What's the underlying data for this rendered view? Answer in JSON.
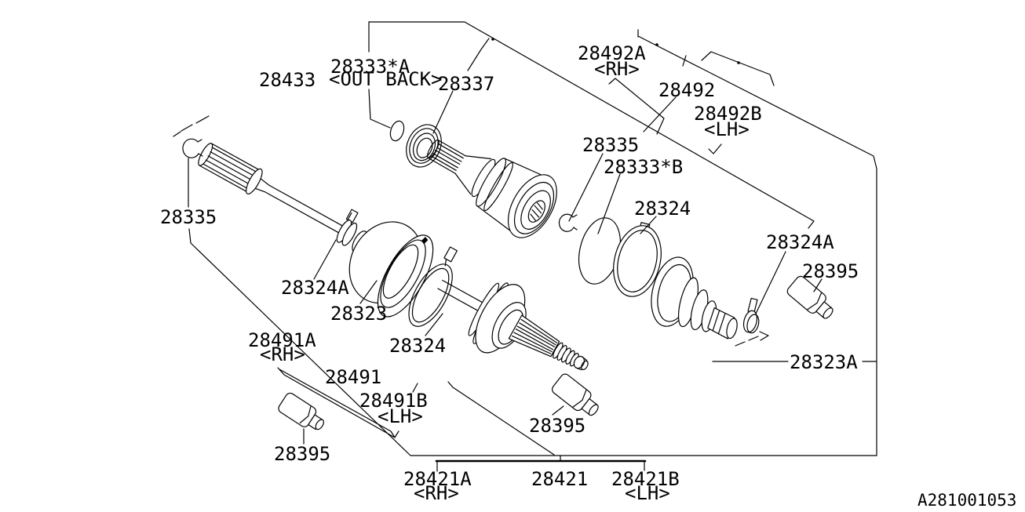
{
  "colors": {
    "background": "#ffffff",
    "line": "#000000",
    "text": "#000000"
  },
  "labels": [
    {
      "text": "28433"
    },
    {
      "text": "28333*A",
      "sub": "<OUT BACK>"
    },
    {
      "text": "28337"
    },
    {
      "text": "28492A",
      "sub": "<RH>"
    },
    {
      "text": "28492"
    },
    {
      "text": "28492B",
      "sub": "<LH>"
    },
    {
      "text": "28335"
    },
    {
      "text": "28333*B"
    },
    {
      "text": "28324"
    },
    {
      "text": "28324A"
    },
    {
      "text": "28395"
    },
    {
      "text": "28323A"
    },
    {
      "text": "28335"
    },
    {
      "text": "28324A"
    },
    {
      "text": "28323"
    },
    {
      "text": "28324"
    },
    {
      "text": "28491A",
      "sub": "<RH>"
    },
    {
      "text": "28491"
    },
    {
      "text": "28491B",
      "sub": "<LH>"
    },
    {
      "text": "28395"
    },
    {
      "text": "28395"
    },
    {
      "text": "28421A",
      "sub": "<RH>"
    },
    {
      "text": "28421"
    },
    {
      "text": "28421B",
      "sub": "<LH>"
    }
  ],
  "code": "A281001053"
}
